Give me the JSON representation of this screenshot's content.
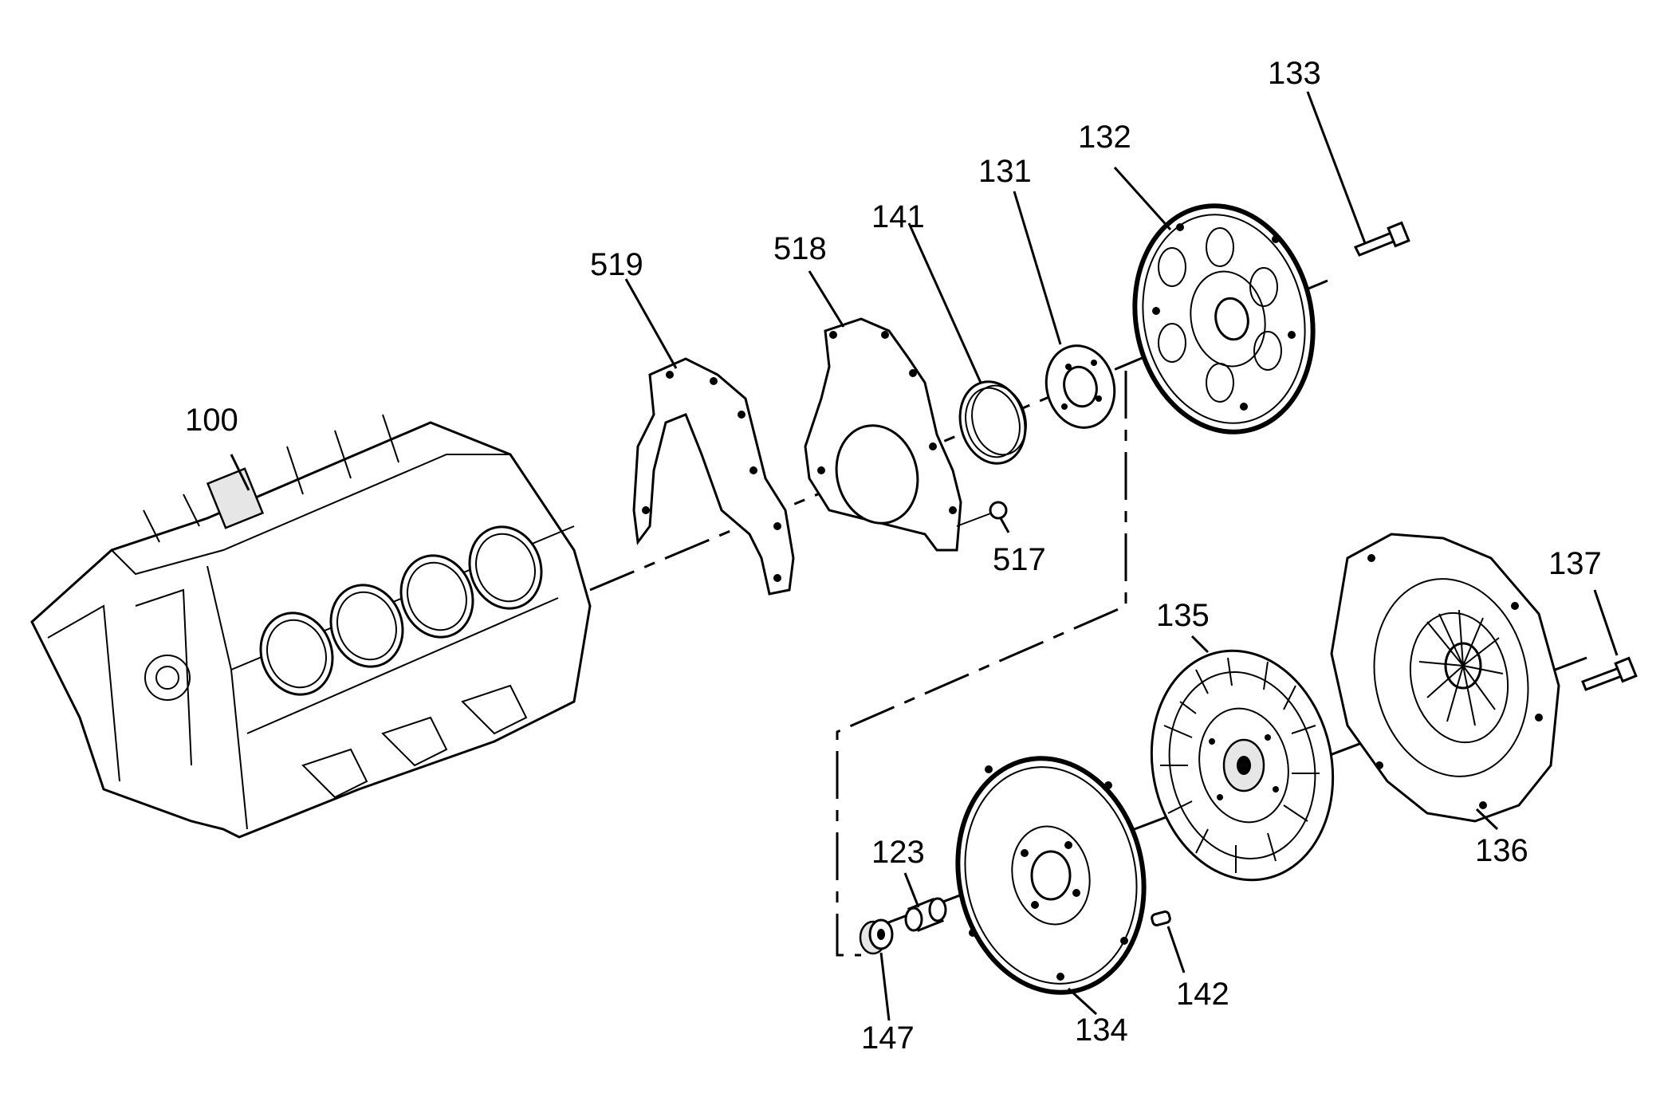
{
  "callouts": {
    "c100": "100",
    "c519": "519",
    "c518": "518",
    "c141": "141",
    "c131": "131",
    "c132": "132",
    "c133": "133",
    "c517": "517",
    "c135": "135",
    "c137": "137",
    "c136": "136",
    "c123": "123",
    "c147": "147",
    "c134": "134",
    "c142": "142"
  }
}
